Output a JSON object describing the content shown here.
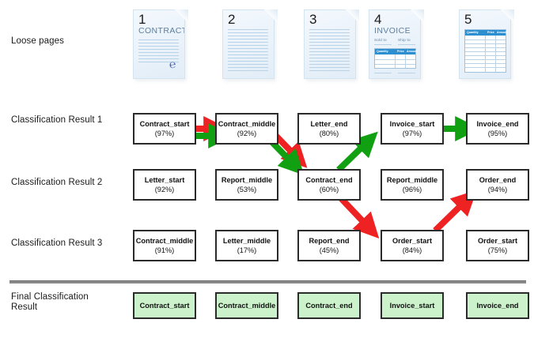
{
  "rows": [
    {
      "id": "loose-pages",
      "label": "Loose pages"
    },
    {
      "id": "result-1",
      "label": "Classification Result 1"
    },
    {
      "id": "result-2",
      "label": "Classification Result 2"
    },
    {
      "id": "result-3",
      "label": "Classification Result 3"
    },
    {
      "id": "final-result",
      "label": "Final Classification\nResult"
    }
  ],
  "pages": [
    {
      "number": "1",
      "kind": "contract",
      "title": "CONTRACT"
    },
    {
      "number": "2",
      "kind": "plain",
      "title": ""
    },
    {
      "number": "3",
      "kind": "plain",
      "title": ""
    },
    {
      "number": "4",
      "kind": "invoice",
      "title": "INVOICE",
      "sold_to": "Sold to",
      "ship_to": "Ship to",
      "columns": [
        "Quantity",
        "Price",
        "Amount"
      ]
    },
    {
      "number": "5",
      "kind": "table",
      "title": "",
      "columns": [
        "Quantity",
        "Price",
        "Amount"
      ]
    }
  ],
  "result_1": [
    {
      "label": "Contract_start",
      "confidence": "(97%)"
    },
    {
      "label": "Contract_middle",
      "confidence": "(92%)"
    },
    {
      "label": "Letter_end",
      "confidence": "(80%)"
    },
    {
      "label": "Invoice_start",
      "confidence": "(97%)"
    },
    {
      "label": "Invoice_end",
      "confidence": "(95%)"
    }
  ],
  "result_2": [
    {
      "label": "Letter_start",
      "confidence": "(92%)"
    },
    {
      "label": "Report_middle",
      "confidence": "(53%)"
    },
    {
      "label": "Contract_end",
      "confidence": "(60%)"
    },
    {
      "label": "Report_middle",
      "confidence": "(96%)"
    },
    {
      "label": "Order_end",
      "confidence": "(94%)"
    }
  ],
  "result_3": [
    {
      "label": "Contract_middle",
      "confidence": "(91%)"
    },
    {
      "label": "Letter_middle",
      "confidence": "(17%)"
    },
    {
      "label": "Report_end",
      "confidence": "(45%)"
    },
    {
      "label": "Order_start",
      "confidence": "(84%)"
    },
    {
      "label": "Order_start",
      "confidence": "(75%)"
    }
  ],
  "final_result": [
    {
      "label": "Contract_start"
    },
    {
      "label": "Contract_middle"
    },
    {
      "label": "Contract_end"
    },
    {
      "label": "Invoice_start"
    },
    {
      "label": "Invoice_end"
    }
  ],
  "colors": {
    "green_path": "#11a011",
    "red_path": "#ee2222",
    "box_border": "#2b2b2b",
    "final_box_fill": "#ccf2cc",
    "doc_accent": "#2e8fd0",
    "separator": "#8a8a8a"
  },
  "paths": {
    "green": [
      {
        "from": "Contract_start",
        "to": "Contract_middle"
      },
      {
        "from": "Contract_middle",
        "to": "Contract_end"
      },
      {
        "from": "Contract_end",
        "to": "Invoice_start"
      },
      {
        "from": "Invoice_start",
        "to": "Invoice_end"
      }
    ],
    "red": [
      {
        "from": "Contract_start",
        "to": "Contract_middle"
      },
      {
        "from": "Contract_middle",
        "to": "Contract_end"
      },
      {
        "from": "Contract_end",
        "to": "Order_start"
      },
      {
        "from": "Order_start",
        "to": "Order_end"
      }
    ]
  }
}
